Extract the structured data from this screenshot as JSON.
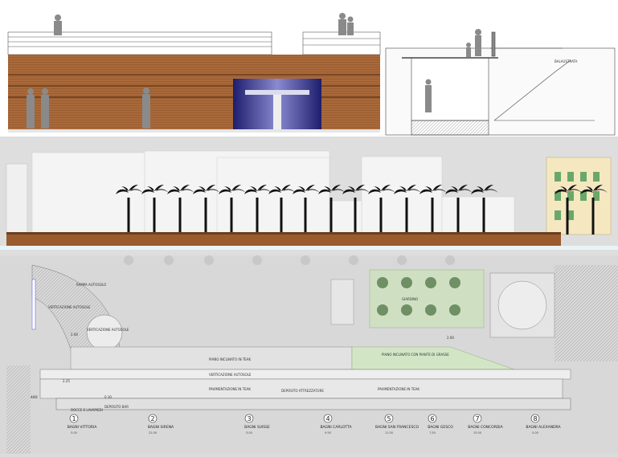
{
  "labels": {
    "section_title": "BALAUSTRATA",
    "ramp_upper": "RAMPA AUTOSOLO",
    "walk_upper": "VERTICAZIONE AUTOSOLE",
    "walk_mid": "VERTICAZIONE AUTOSOLE",
    "garden": "GIARDINO",
    "inclined_teak": "PIANO INCLINATO IN TEAK",
    "inclined_teak_2": "PIANO INCLINATO CON PIANTE DI GRASSE",
    "walk_lower": "VERTICAZIONE AUTOSOLE",
    "paving_teak": "PAVIMENTAZIONE IN TEAK",
    "paving_teak_2": "PAVIMENTAZIONE IN TEAK",
    "showers": "DOCCE E LAVAPIEDI",
    "deposit": "DEPOSITO ATTREZZATURE",
    "store_bar": "DEPOSITO BAR",
    "level_440": "440",
    "level_1": "2.00",
    "level_2": "2.00",
    "level_3": "2.25",
    "level_4": "0.30"
  },
  "baths": [
    {
      "num": "1",
      "name": "BAGNI VITTORIA",
      "dim": "5.00"
    },
    {
      "num": "2",
      "name": "BAGNI SIRENA",
      "dim": "22.00"
    },
    {
      "num": "3",
      "name": "BAGNI SUISSE",
      "dim": "5.00"
    },
    {
      "num": "4",
      "name": "BAGNI CARLOTTA",
      "dim": "9.50"
    },
    {
      "num": "5",
      "name": "BAGNI SAN FRANCESCO",
      "dim": "11.00"
    },
    {
      "num": "6",
      "name": "BAGNI GESCO",
      "dim": "7.50"
    },
    {
      "num": "7",
      "name": "BAGNI CONCORDIA",
      "dim": "15.00"
    },
    {
      "num": "8",
      "name": "BAGNI ALEXANDRA",
      "dim": "5.00"
    }
  ],
  "colors": {
    "wood": "#a9693a",
    "wood_dark": "#7a4622",
    "glass": "#2f2f8f",
    "palm": "#111111",
    "building": "#f4f4f4",
    "plan_bg": "#d8d8d8",
    "green_area": "#cfe0c2",
    "sea": "#eaf4f6"
  }
}
